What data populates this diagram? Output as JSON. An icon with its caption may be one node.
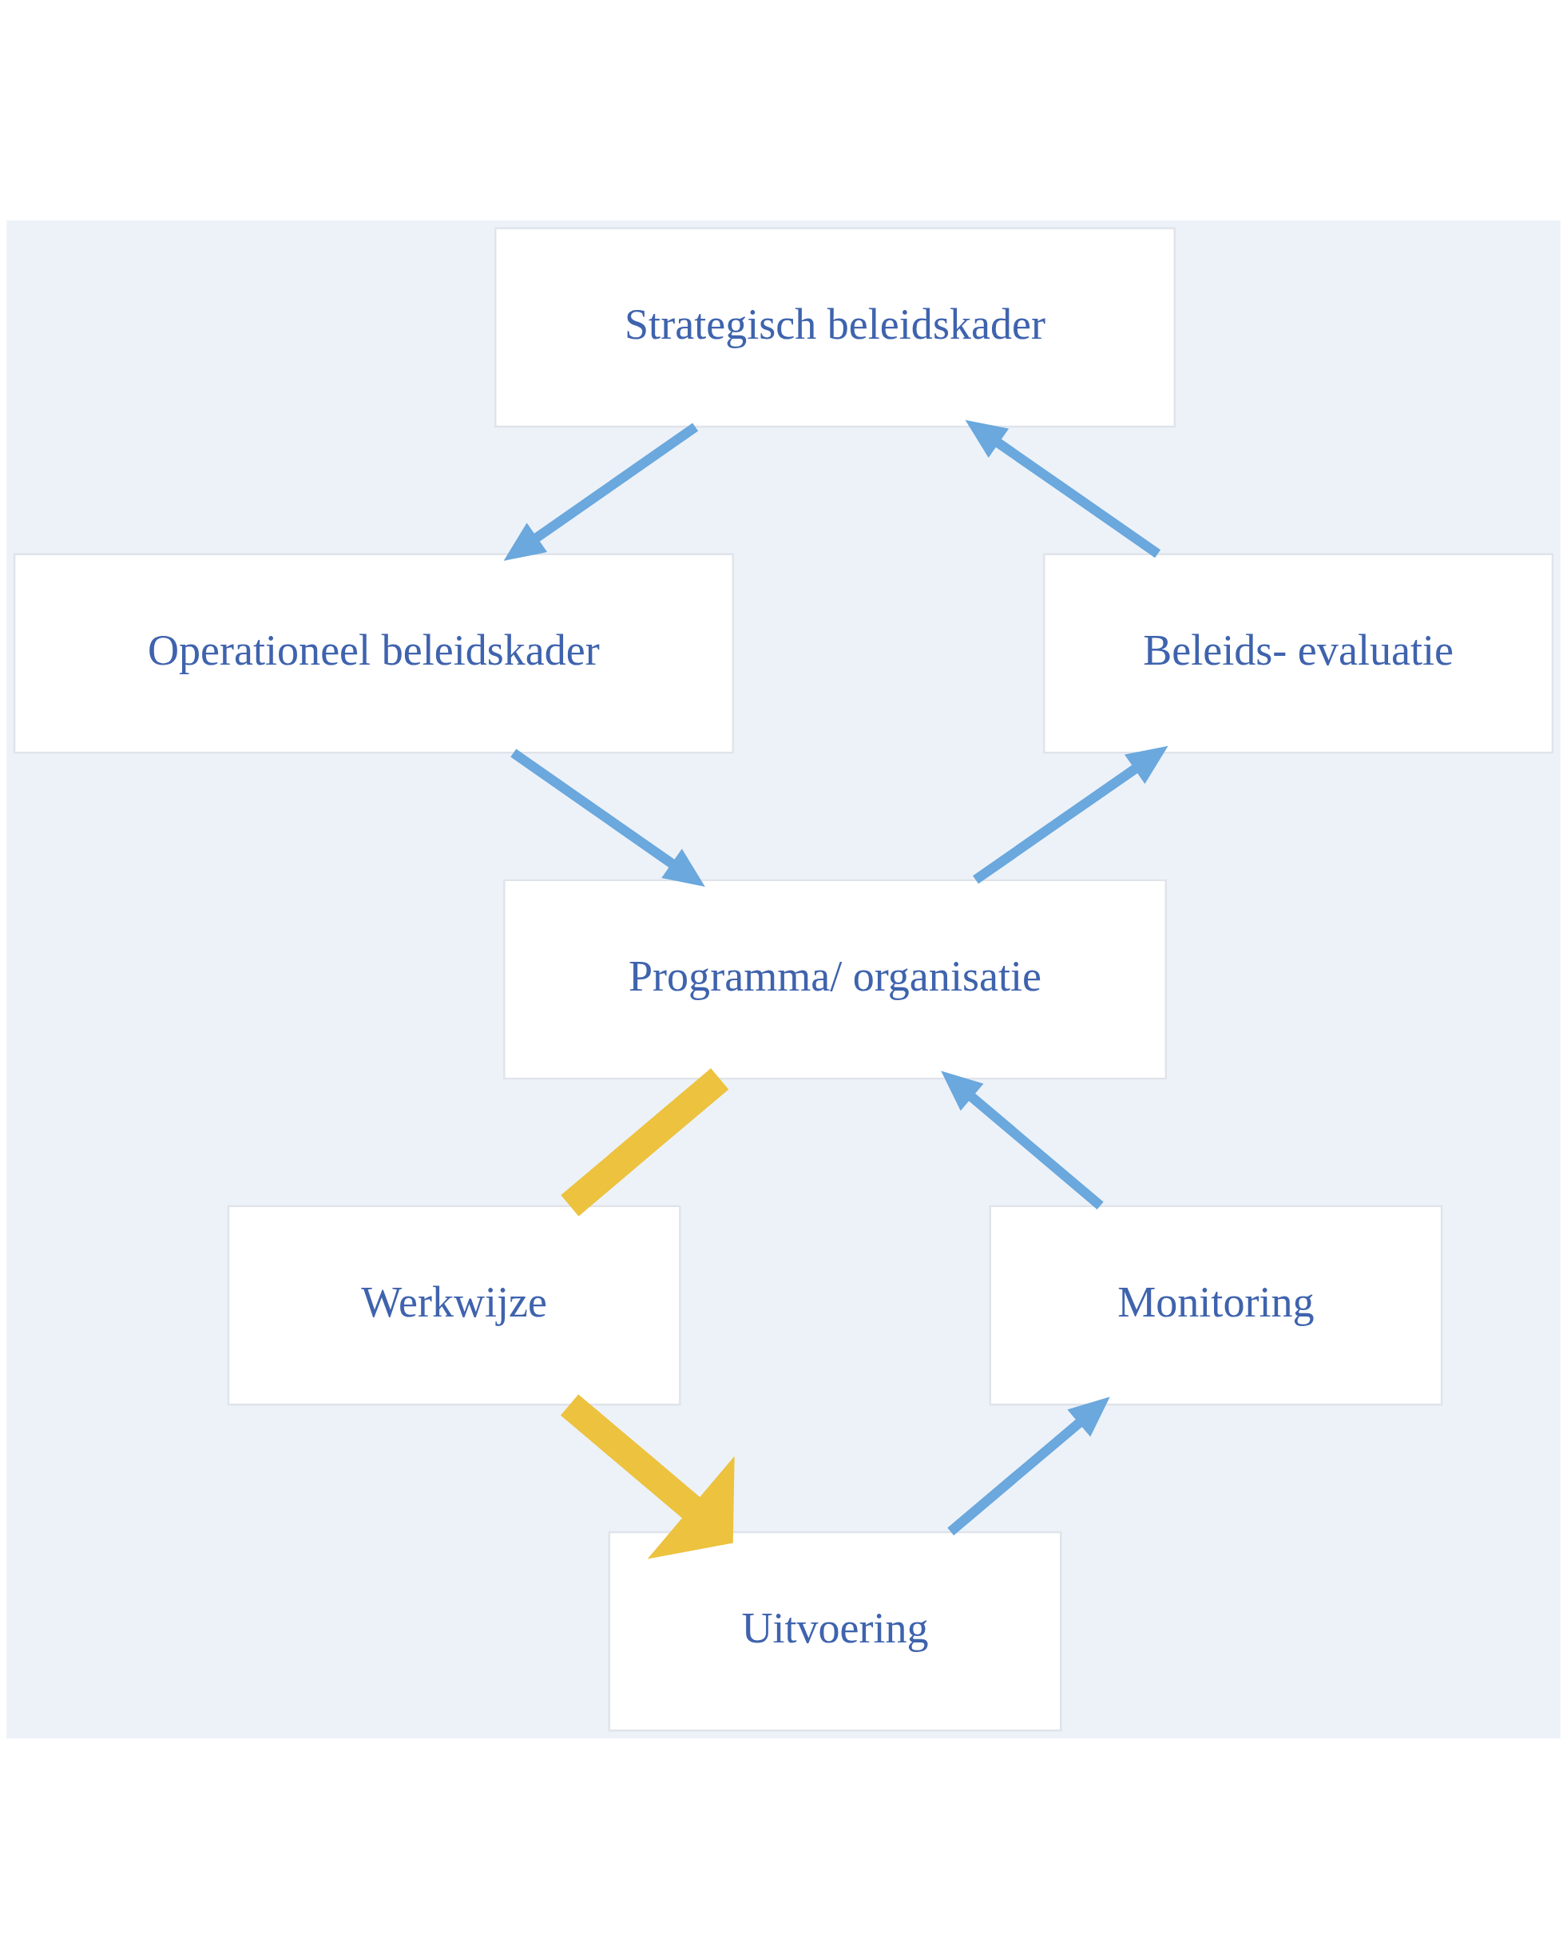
{
  "diagram": {
    "nodes": [
      {
        "text": [
          "Strategisch beleidskader"
        ]
      },
      {
        "text": [
          "Operationeel beleidskader"
        ]
      },
      {
        "text": [
          "Programma/ organisatie"
        ]
      },
      {
        "text": [
          "Beleids- evaluatie"
        ]
      },
      {
        "text": [
          "Werkwijze"
        ]
      },
      {
        "text": [
          "Uitvoering"
        ]
      },
      {
        "text": [
          "Monitoring"
        ]
      }
    ],
    "edges": [
      {
        "from": 0,
        "to": 1,
        "arrow": "to"
      },
      {
        "from": 1,
        "to": 2,
        "arrow": "to"
      },
      {
        "from": 2,
        "to": 3,
        "arrow": "to"
      },
      {
        "from": 3,
        "to": 0,
        "arrow": "to"
      },
      {
        "from": 2,
        "to": 4,
        "arrow": "none",
        "style": "thick",
        "color": "#ecc23e"
      },
      {
        "from": 4,
        "to": 5,
        "arrow": "to",
        "style": "thick",
        "color": "#ecc23e"
      },
      {
        "from": 5,
        "to": 6,
        "arrow": "to"
      },
      {
        "from": 6,
        "to": 2,
        "arrow": "to"
      }
    ]
  }
}
